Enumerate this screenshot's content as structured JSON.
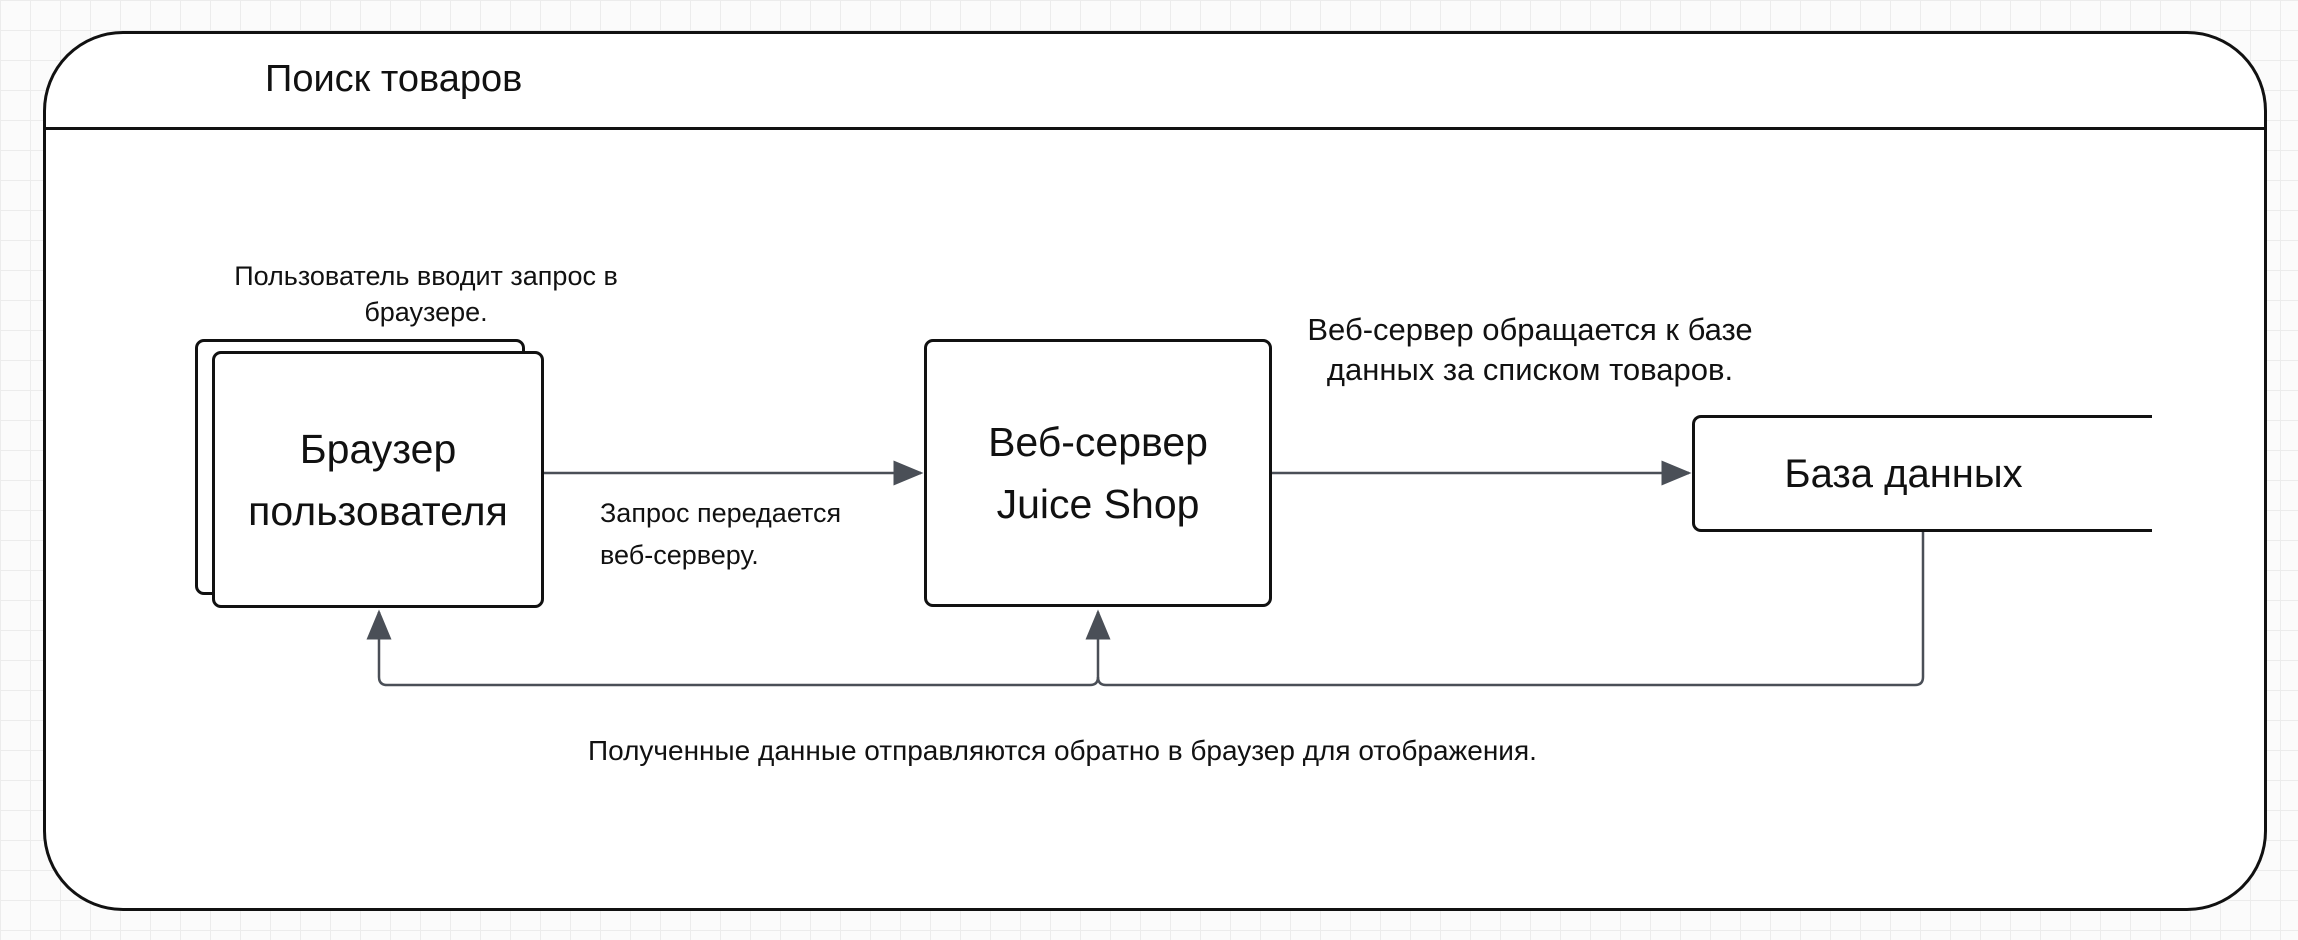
{
  "frame": {
    "title": "Поиск товаров"
  },
  "nodes": {
    "browser": {
      "label": "Браузер пользователя"
    },
    "server": {
      "label": "Веб-сервер Juice Shop"
    },
    "database": {
      "label": "База данных"
    }
  },
  "labels": {
    "user_input": "Пользователь вводит запрос в браузере.",
    "request_sent": "Запрос передается веб-серверу.",
    "db_query": "Веб-сервер обращается к базе данных за списком товаров.",
    "data_return": "Полученные данные отправляются обратно в браузер для отображения."
  },
  "edges": [
    {
      "from": "browser",
      "to": "server",
      "label": "Запрос передается веб-серверу."
    },
    {
      "from": "server",
      "to": "database",
      "label": "Веб-сервер обращается к базе данных за списком товаров."
    },
    {
      "from": "database",
      "to": "server"
    },
    {
      "from": "database",
      "to": "browser",
      "label": "Полученные данные отправляются обратно в браузер для отображения."
    }
  ],
  "colors": {
    "stroke": "#111111",
    "edge": "#4a4f57",
    "background": "#ffffff"
  }
}
